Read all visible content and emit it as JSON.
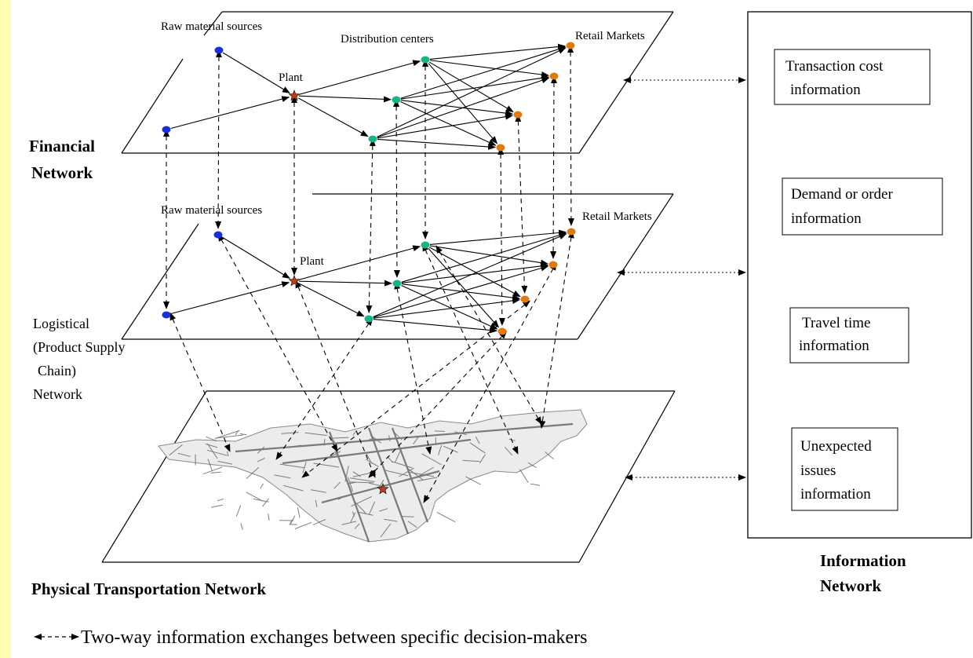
{
  "financial": {
    "raw_label": "Raw material sources",
    "dc_label": "Distribution centers",
    "retail_label": "Retail Markets",
    "plant_label": "Plant",
    "network_label_1": "Financial",
    "network_label_2": "Network"
  },
  "logistical": {
    "raw_label": "Raw material sources",
    "retail_label": "Retail Markets",
    "plant_label": "Plant",
    "network_label_1": "Logistical",
    "network_label_2": "(Product Supply",
    "network_label_3": "Chain)",
    "network_label_4": "Network"
  },
  "physical": {
    "network_label": "Physical Transportation Network"
  },
  "information": {
    "network_label_1": "Information",
    "network_label_2": "Network",
    "boxes": [
      {
        "line1": "Transaction cost",
        "line2": "information"
      },
      {
        "line1": "Demand or order",
        "line2": "information"
      },
      {
        "line1": "Travel time",
        "line2": "information"
      },
      {
        "line1": "Unexpected",
        "line2": "issues",
        "line3": "information"
      }
    ]
  },
  "legend": {
    "text": "Two-way information exchanges between specific decision-makers"
  },
  "colors": {
    "raw": "#1a2fd6",
    "dc": "#19b38a",
    "retail": "#e07a10",
    "plant": "#b8401a",
    "highlight": "#fffdb0"
  }
}
